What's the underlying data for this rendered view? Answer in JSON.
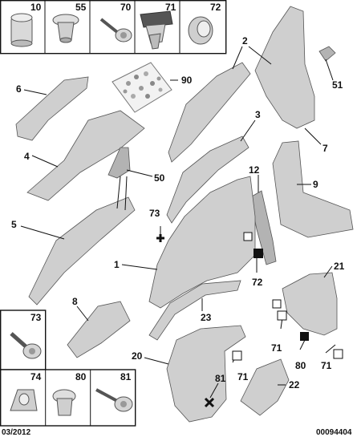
{
  "footer": {
    "date": "03/2012",
    "ref": "00094404"
  },
  "top_boxes": [
    "10",
    "55",
    "70",
    "71",
    "72"
  ],
  "bottom_boxes": [
    "73",
    "74",
    "80",
    "81"
  ],
  "callouts": [
    "90",
    "6",
    "2",
    "51",
    "3",
    "7",
    "4",
    "50",
    "12",
    "9",
    "73",
    "5",
    "1",
    "72",
    "21",
    "8",
    "23",
    "20",
    "71",
    "80",
    "71",
    "81",
    "71",
    "22"
  ]
}
